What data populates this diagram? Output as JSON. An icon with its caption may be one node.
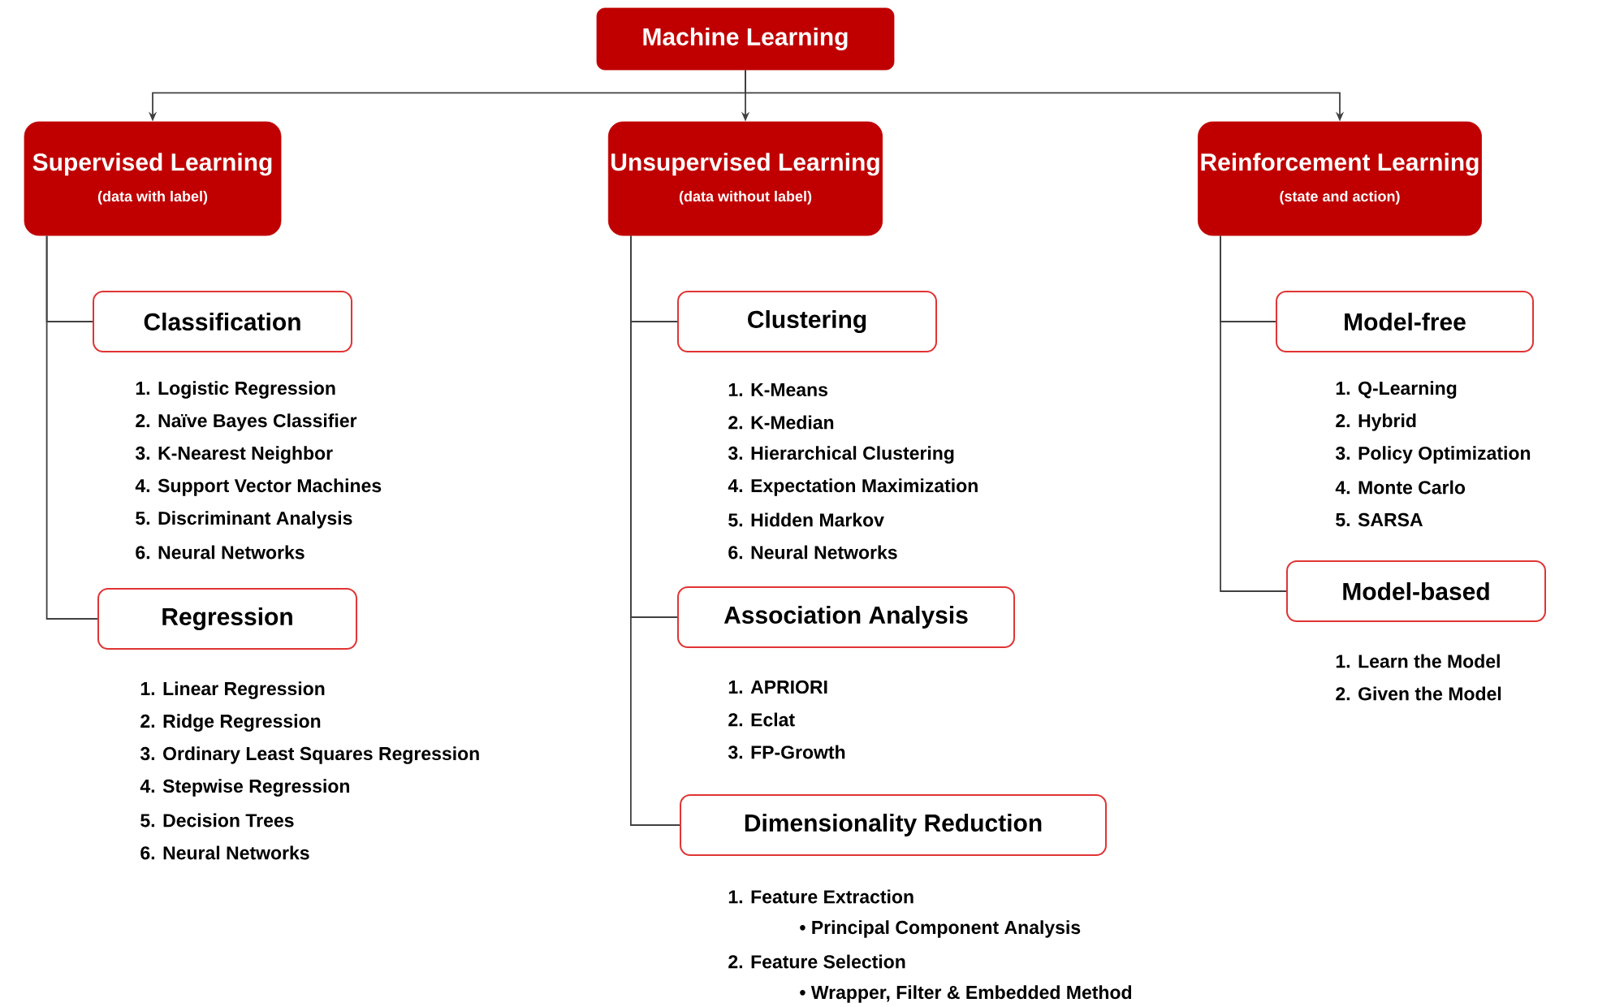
{
  "diagram": {
    "nodes": [
      {
        "text": [
          "Machine Learning"
        ]
      },
      {
        "text": [
          "Supervised Learning",
          "(data with label)"
        ]
      },
      {
        "text": [
          "Unsupervised Learning",
          "(data without label)"
        ]
      },
      {
        "text": [
          "Reinforcement Learning",
          "(state and action)"
        ]
      },
      {
        "text": [
          "Classification"
        ],
        "beside": [
          "1. Logistic Regression",
          "2. Naïve Bayes Classifier",
          "3. K-Nearest Neighbor",
          "4. Support Vector Machines",
          "5. Discriminant Analysis",
          "6. Neural Networks"
        ]
      },
      {
        "text": [
          "Regression"
        ],
        "beside": [
          "1. Linear Regression",
          "2. Ridge Regression",
          "3. Ordinary Least Squares Regression",
          "4. Stepwise Regression",
          "5. Decision Trees",
          "6. Neural Networks"
        ]
      },
      {
        "text": [
          "Clustering"
        ],
        "beside": [
          "1. K-Means",
          "2. K-Median",
          "3. Hierarchical Clustering",
          "4. Expectation Maximization",
          "5. Hidden Markov",
          "6. Neural Networks"
        ]
      },
      {
        "text": [
          "Association Analysis"
        ],
        "beside": [
          "1. APRIORI",
          "2. Eclat",
          "3. FP-Growth"
        ]
      },
      {
        "text": [
          "Dimensionality Reduction"
        ],
        "beside": [
          "1. Feature Extraction",
          "• Principal Component Analysis",
          "2. Feature Selection",
          "• Wrapper, Filter & Embedded Method"
        ]
      },
      {
        "text": [
          "Model-free"
        ],
        "beside": [
          "1. Q-Learning",
          "2. Hybrid",
          "3. Policy Optimization",
          "4. Monte Carlo",
          "5. SARSA"
        ]
      },
      {
        "text": [
          "Model-based"
        ],
        "beside": [
          "1. Learn the Model",
          "2. Given the Model"
        ]
      }
    ],
    "edges": [
      {
        "from": 0,
        "to": 1,
        "arrow": "to"
      },
      {
        "from": 0,
        "to": 2,
        "arrow": "to"
      },
      {
        "from": 0,
        "to": 3,
        "arrow": "to"
      },
      {
        "from": 1,
        "to": 4,
        "arrow": "none"
      },
      {
        "from": 1,
        "to": 5,
        "arrow": "none"
      },
      {
        "from": 2,
        "to": 6,
        "arrow": "none"
      },
      {
        "from": 2,
        "to": 7,
        "arrow": "none"
      },
      {
        "from": 2,
        "to": 8,
        "arrow": "none"
      },
      {
        "from": 3,
        "to": 9,
        "arrow": "none"
      },
      {
        "from": 3,
        "to": 10,
        "arrow": "none"
      }
    ]
  }
}
